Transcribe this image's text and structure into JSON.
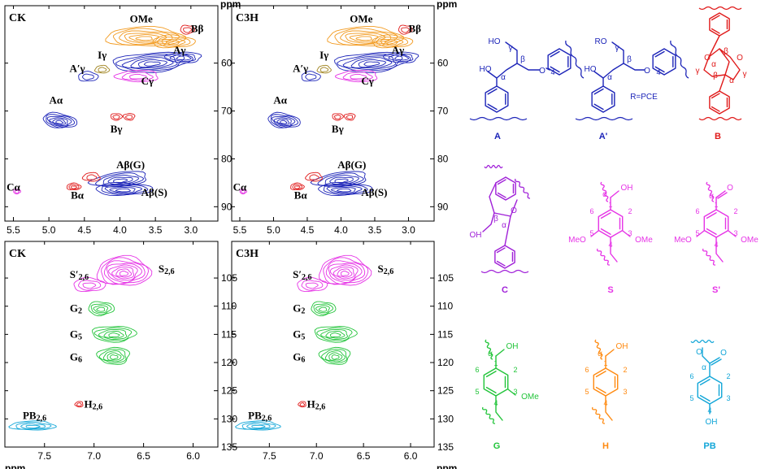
{
  "unit": "ppm",
  "panels": [
    {
      "title": "CK",
      "region": "aliphatic",
      "labels": [
        {
          "id": "ome",
          "text": "OMe"
        },
        {
          "id": "bb",
          "text": "Bβ"
        },
        {
          "id": "ig",
          "text": "Iγ"
        },
        {
          "id": "ag",
          "text": "Aγ"
        },
        {
          "id": "apg",
          "text": "A′γ"
        },
        {
          "id": "cg",
          "text": "Cγ"
        },
        {
          "id": "aa",
          "text": "Aα"
        },
        {
          "id": "bg",
          "text": "Bγ"
        },
        {
          "id": "abg",
          "text": "Aβ(G)"
        },
        {
          "id": "ca",
          "text": "Cα"
        },
        {
          "id": "ba",
          "text": "Bα"
        },
        {
          "id": "abs",
          "text": "Aβ(S)"
        }
      ]
    },
    {
      "title": "C3H",
      "region": "aliphatic",
      "labels": [
        {
          "id": "ome",
          "text": "OMe"
        },
        {
          "id": "bb",
          "text": "Bβ"
        },
        {
          "id": "ig",
          "text": "Iγ"
        },
        {
          "id": "ag",
          "text": "Aγ"
        },
        {
          "id": "apg",
          "text": "A′γ"
        },
        {
          "id": "cg",
          "text": "Cγ"
        },
        {
          "id": "aa",
          "text": "Aα"
        },
        {
          "id": "bg",
          "text": "Bγ"
        },
        {
          "id": "abg",
          "text": "Aβ(G)"
        },
        {
          "id": "ca",
          "text": "Cα"
        },
        {
          "id": "ba",
          "text": "Bα"
        },
        {
          "id": "abs",
          "text": "Aβ(S)"
        }
      ]
    },
    {
      "title": "CK",
      "region": "aromatic",
      "labels": [
        {
          "id": "s26",
          "text": "S2,6"
        },
        {
          "id": "sp26",
          "text": "S′2,6"
        },
        {
          "id": "g2",
          "text": "G2"
        },
        {
          "id": "g5",
          "text": "G5"
        },
        {
          "id": "g6",
          "text": "G6"
        },
        {
          "id": "h26",
          "text": "H2,6"
        },
        {
          "id": "pb26",
          "text": "PB2,6"
        }
      ]
    },
    {
      "title": "C3H",
      "region": "aromatic",
      "labels": [
        {
          "id": "s26",
          "text": "S2,6"
        },
        {
          "id": "sp26",
          "text": "S′2,6"
        },
        {
          "id": "g2",
          "text": "G2"
        },
        {
          "id": "g5",
          "text": "G5"
        },
        {
          "id": "g6",
          "text": "G6"
        },
        {
          "id": "h26",
          "text": "H2,6"
        },
        {
          "id": "pb26",
          "text": "PB2,6"
        }
      ]
    }
  ],
  "axes": {
    "aliphatic_x": {
      "ticks": [
        5.5,
        5.0,
        4.5,
        4.0,
        3.5,
        3.0
      ]
    },
    "aliphatic_y": {
      "ticks": [
        60,
        70,
        80,
        90
      ]
    },
    "aromatic_x": {
      "ticks": [
        7.5,
        7.0,
        6.5,
        6.0
      ]
    },
    "aromatic_y": {
      "ticks": [
        105,
        110,
        115,
        120,
        125,
        130,
        135
      ]
    }
  },
  "structures": {
    "A": {
      "label": "A",
      "atoms": [
        "HO",
        "γ",
        "β",
        "α",
        "HO",
        "O",
        "4"
      ]
    },
    "Ap": {
      "label": "A'",
      "atoms": [
        "RO",
        "γ",
        "β",
        "α",
        "HO",
        "O",
        "4",
        "R=PCE"
      ]
    },
    "B": {
      "label": "B",
      "atoms": [
        "O",
        "O",
        "α",
        "β",
        "β",
        "α",
        "γ",
        "γ"
      ]
    },
    "C": {
      "label": "C",
      "atoms": [
        "β",
        "α",
        "O",
        "OH"
      ]
    },
    "S": {
      "label": "S",
      "atoms": [
        "α",
        "OH",
        "1",
        "2",
        "3",
        "4",
        "5",
        "6",
        "MeO",
        "OMe"
      ]
    },
    "Sp": {
      "label": "S'",
      "atoms": [
        "O",
        "α",
        "1",
        "2",
        "3",
        "4",
        "5",
        "6",
        "MeO",
        "OMe"
      ]
    },
    "G": {
      "label": "G",
      "atoms": [
        "α",
        "OH",
        "1",
        "2",
        "3",
        "4",
        "5",
        "6",
        "OMe"
      ]
    },
    "H": {
      "label": "H",
      "atoms": [
        "α",
        "OH",
        "1",
        "2",
        "3",
        "4",
        "5",
        "6"
      ]
    },
    "PB": {
      "label": "PB",
      "atoms": [
        "O",
        "O",
        "α",
        "2",
        "3",
        "4",
        "5",
        "6",
        "OH"
      ]
    }
  },
  "colors": {
    "blue": "#1c24b8",
    "orange": "#f29a1f",
    "red": "#e01a1a",
    "magenta": "#e634e6",
    "purple": "#a020d8",
    "green": "#22c43a",
    "lorange": "#ff8a10",
    "cyan": "#12a6d8",
    "olive": "#a08420"
  }
}
